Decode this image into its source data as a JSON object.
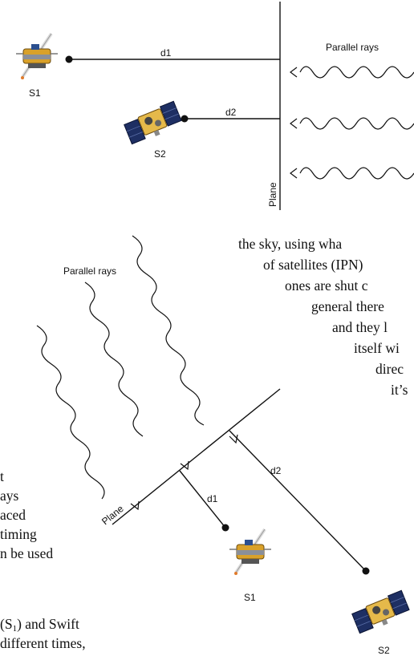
{
  "top_diagram": {
    "rays_label": "Parallel rays",
    "plane_label": "Plane",
    "d1_label": "d1",
    "d2_label": "d2",
    "s1_label": "S1",
    "s2_label": "S2"
  },
  "bottom_diagram": {
    "rays_label": "Parallel rays",
    "plane_label": "Plane",
    "d1_label": "d1",
    "d2_label": "d2",
    "s1_label": "S1",
    "s2_label": "S2"
  },
  "right_text": [
    "the sky, using wha",
    "of satellites (IPN)",
    "ones are shut c",
    "general there",
    "and they l",
    "itself wi",
    "direc",
    "it’s"
  ],
  "left_text": [
    "t",
    "ays",
    "aced",
    "timing",
    "n be used"
  ],
  "left_bottom": {
    "prefix": "(S",
    "sub": "1",
    "suffix": ") and Swift",
    "line2": "different times,"
  }
}
